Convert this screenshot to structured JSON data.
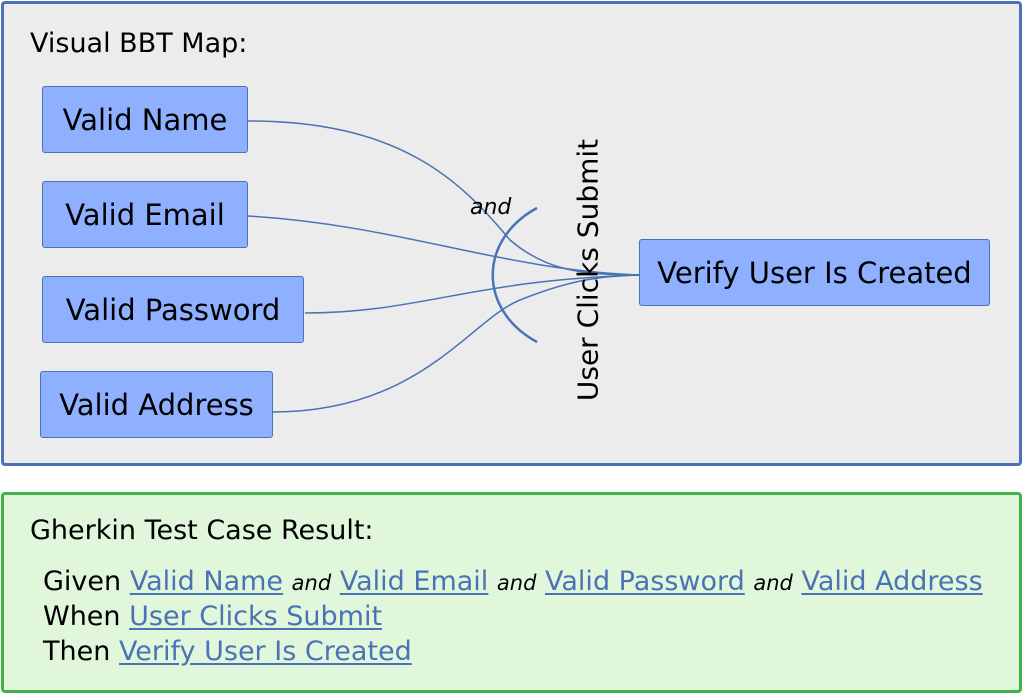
{
  "map": {
    "title": "Visual BBT Map:",
    "inputs": [
      "Valid Name",
      "Valid Email",
      "Valid Password",
      "Valid Address"
    ],
    "action": "User Clicks Submit",
    "conjunction": "and",
    "output": "Verify User Is Created"
  },
  "result": {
    "title": "Gherkin Test Case Result:",
    "given_keyword": "Given",
    "when_keyword": "When",
    "then_keyword": "Then",
    "conjunction": "and",
    "given_links": [
      "Valid Name",
      "Valid Email",
      "Valid Password",
      "Valid Address"
    ],
    "when_link": "User Clicks Submit",
    "then_link": "Verify User Is Created"
  },
  "colors": {
    "map_border": "#4a72b5",
    "map_background": "#ececec",
    "node_fill": "#8fb0ff",
    "result_border": "#3fb44a",
    "result_background": "#e1f7dc",
    "link_text": "#4a72b5"
  }
}
